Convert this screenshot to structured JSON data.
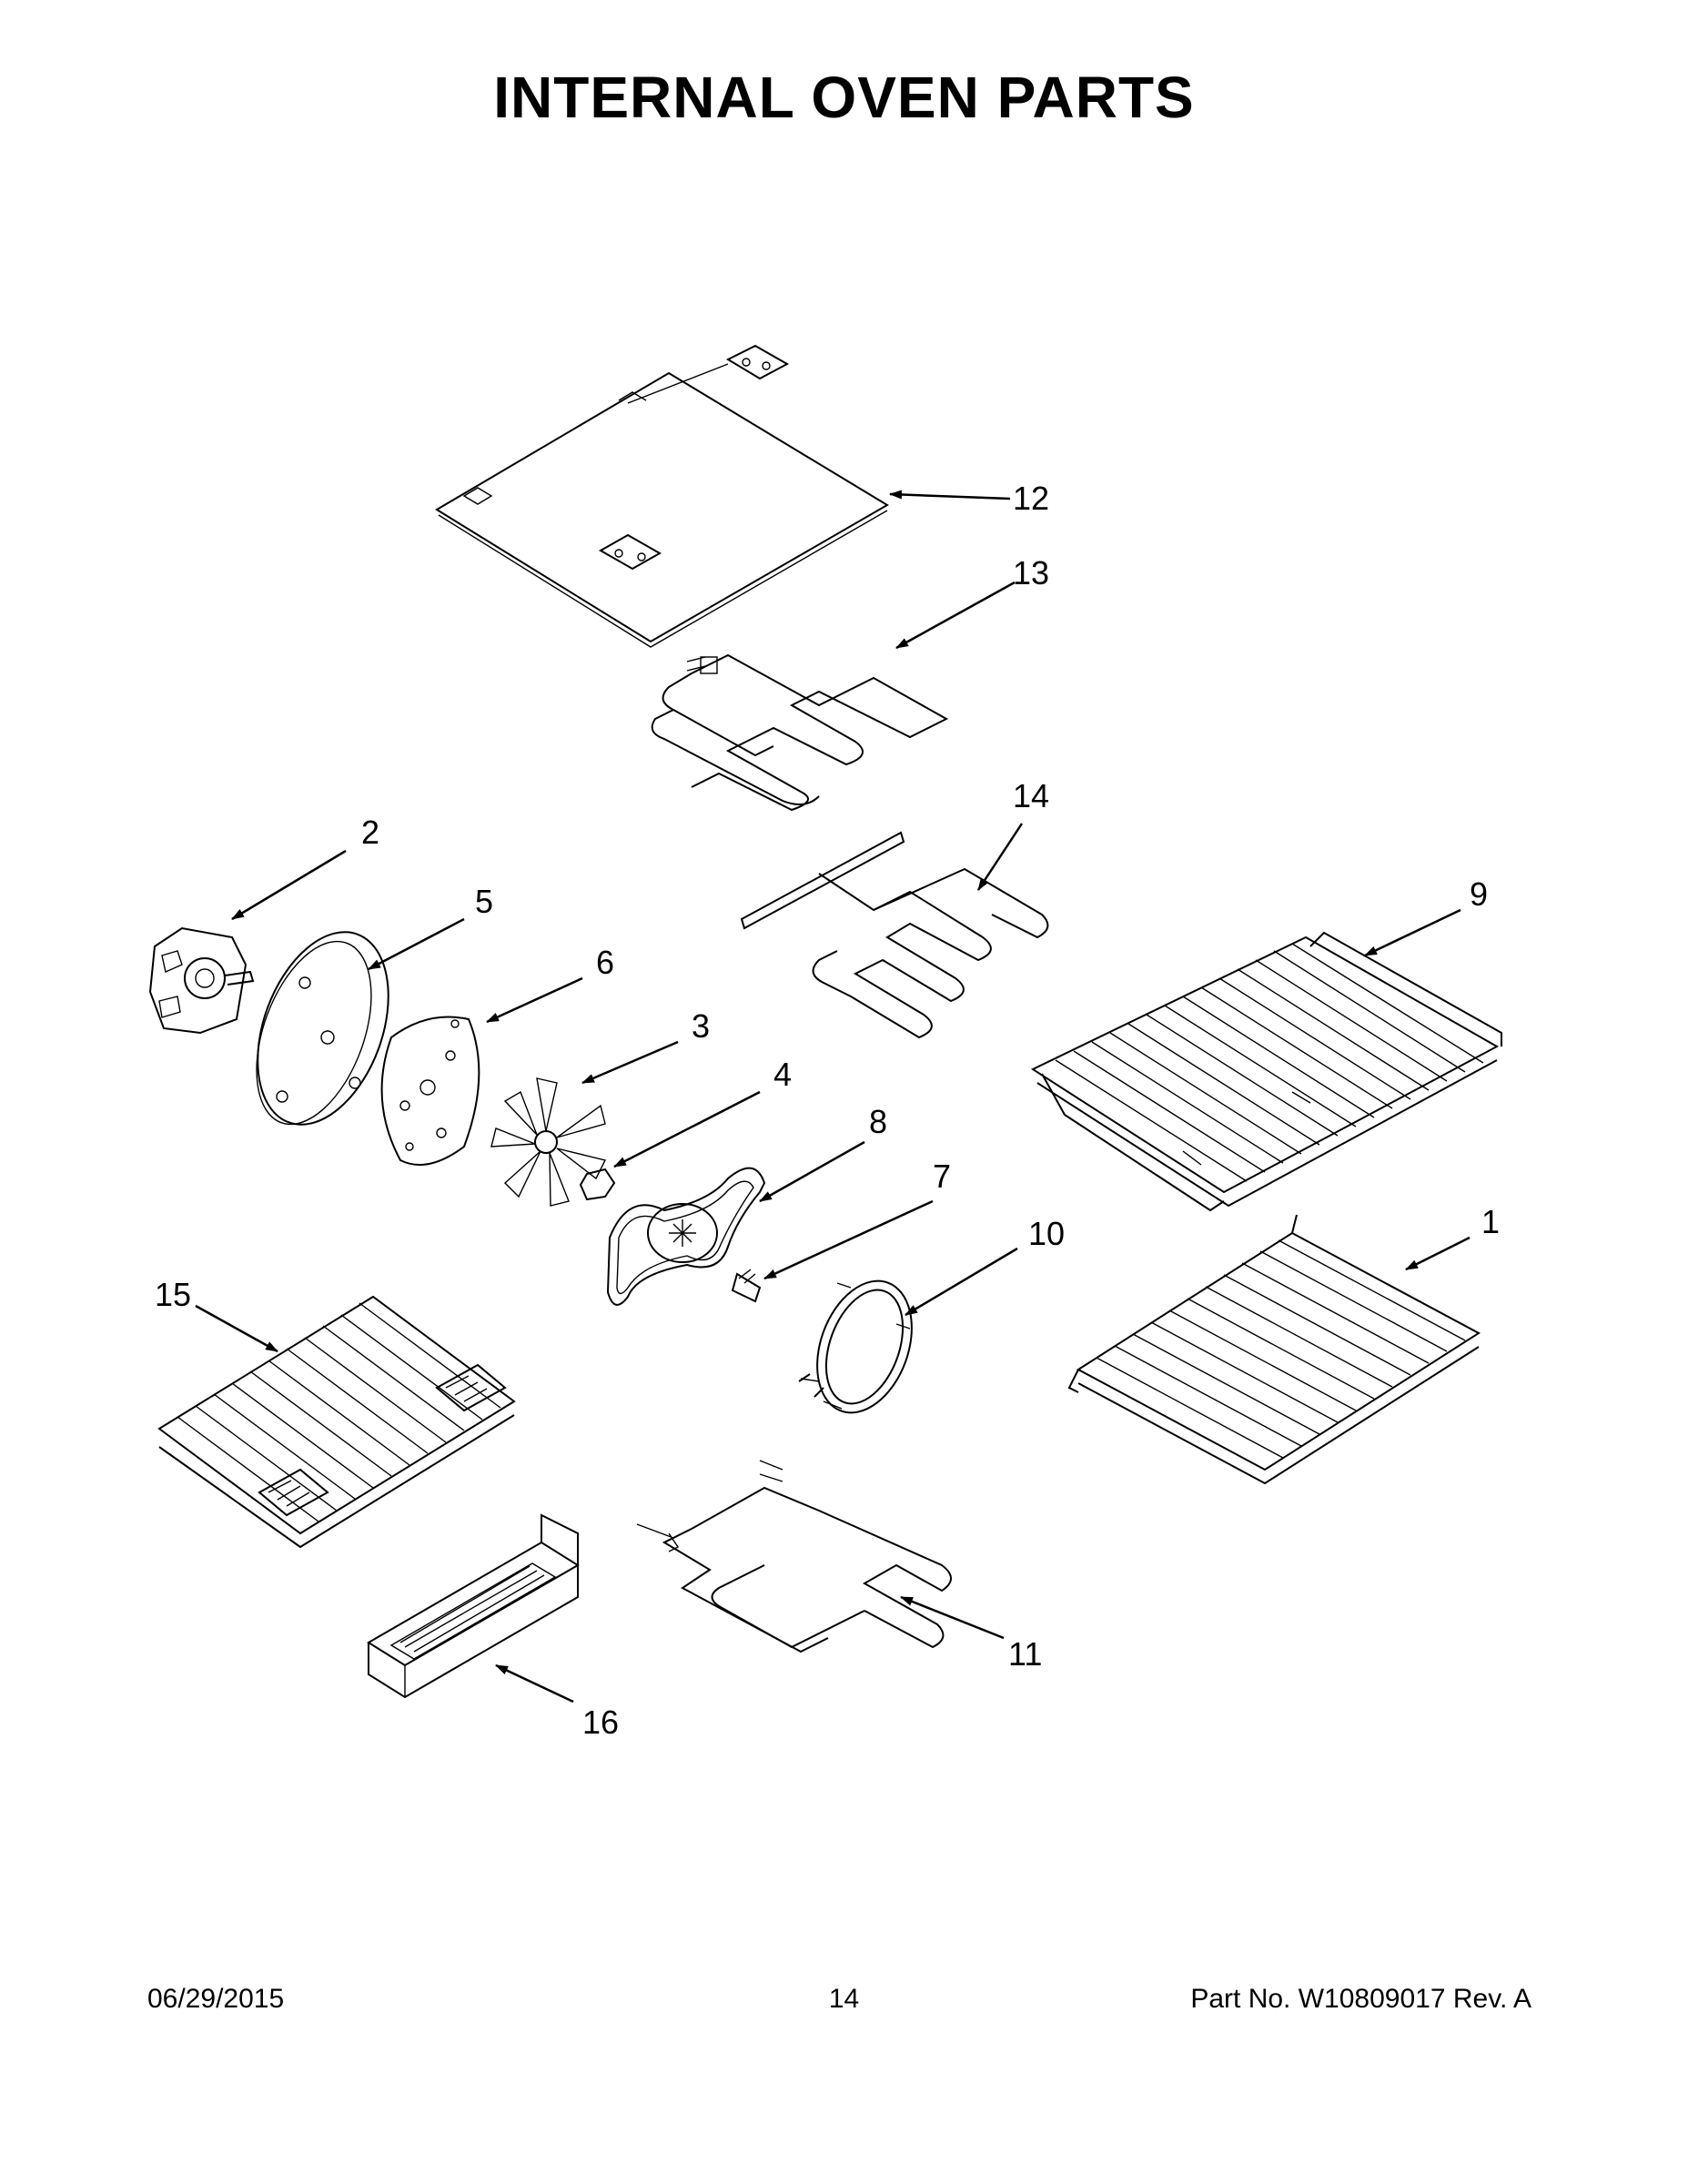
{
  "title": "INTERNAL OVEN PARTS",
  "callouts": {
    "c1": "1",
    "c2": "2",
    "c3": "3",
    "c4": "4",
    "c5": "5",
    "c6": "6",
    "c7": "7",
    "c8": "8",
    "c9": "9",
    "c10": "10",
    "c11": "11",
    "c12": "12",
    "c13": "13",
    "c14": "14",
    "c15": "15",
    "c16": "16"
  },
  "footer": {
    "date": "06/29/2015",
    "page": "14",
    "part": "Part No.  W10809017  Rev.  A"
  }
}
